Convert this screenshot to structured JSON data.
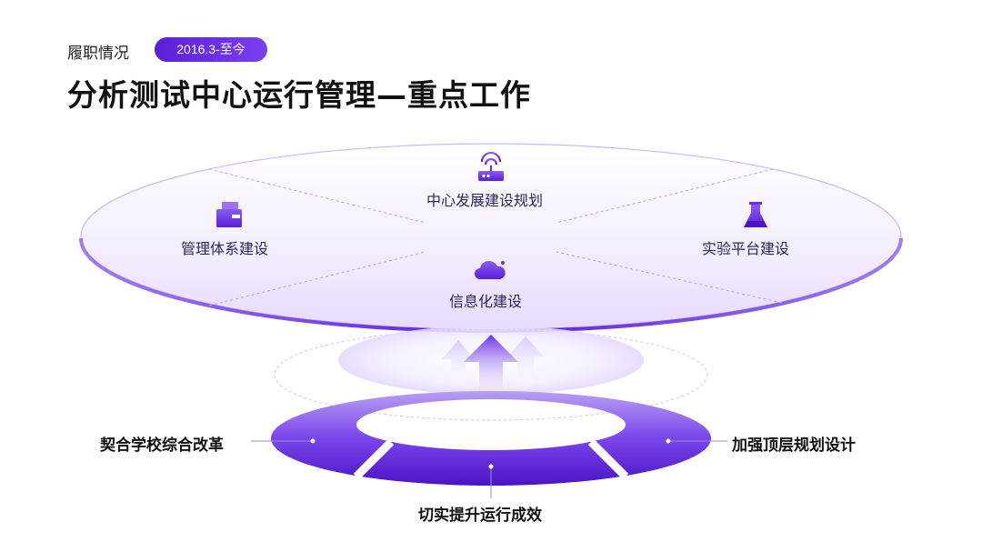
{
  "header": {
    "section_label": "履职情况",
    "period_badge": "2016.3-至今",
    "title": "分析测试中心运行管理—重点工作"
  },
  "top_disc": {
    "items": [
      {
        "label": "中心发展建设规划",
        "icon": "router-icon"
      },
      {
        "label": "管理体系建设",
        "icon": "folder-icon"
      },
      {
        "label": "实验平台建设",
        "icon": "flask-icon"
      },
      {
        "label": "信息化建设",
        "icon": "cloud-icon"
      }
    ]
  },
  "base_ring": {
    "items": [
      {
        "label": "契合学校综合改革"
      },
      {
        "label": "加强顶层规划设计"
      },
      {
        "label": "切实提升运行成效"
      }
    ]
  },
  "colors": {
    "accent": "#6a2ee8",
    "accent_dark": "#4b16c2",
    "accent_light": "#b79cf6",
    "text_dark": "#111111"
  }
}
